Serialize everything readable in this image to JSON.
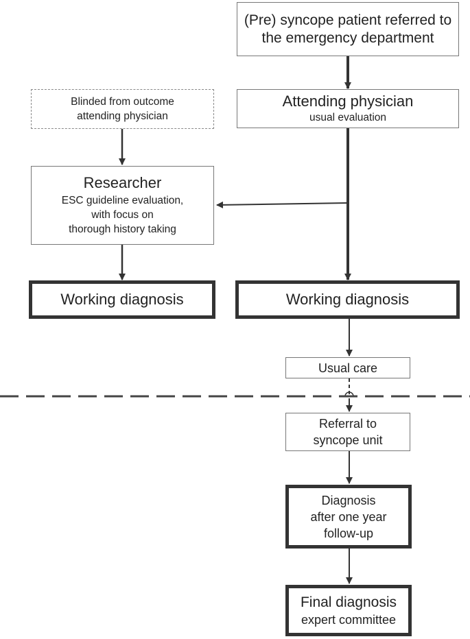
{
  "boxes": {
    "referral": [
      "(Pre) syncope patient referred to",
      "the emergency department"
    ],
    "attending": {
      "title": "Attending physician",
      "subtitle": "usual evaluation"
    },
    "blinded": [
      "Blinded from outcome",
      "attending physician"
    ],
    "researcher": {
      "title": "Researcher",
      "lines": [
        "ESC guideline evaluation,",
        "with focus on",
        "thorough history taking"
      ]
    },
    "working_left": "Working diagnosis",
    "working_right": "Working diagnosis",
    "usual_care": "Usual care",
    "syncope_unit": [
      "Referral to",
      "syncope unit"
    ],
    "diagnosis_year": [
      "Diagnosis",
      "after one year",
      "follow-up"
    ],
    "final": {
      "title": "Final diagnosis",
      "subtitle": "expert committee"
    }
  }
}
